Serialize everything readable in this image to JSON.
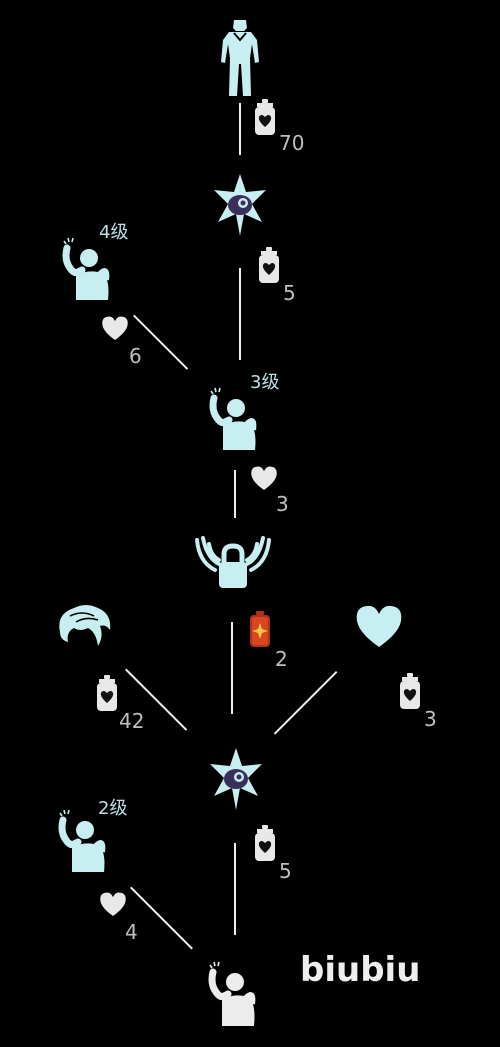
{
  "colors": {
    "icon": "#c7eef1",
    "icon_white": "#ececec",
    "line": "#e8f0f0",
    "number": "#bfbfbf",
    "level": "#b9e0e4",
    "ticket": "#c8361a"
  },
  "nodes": [
    {
      "id": "outfit",
      "icon": "outfit-icon"
    },
    {
      "id": "spirit-top",
      "icon": "spirit-star-icon"
    },
    {
      "id": "emote-l4",
      "icon": "wave-emote-icon",
      "level": "4级"
    },
    {
      "id": "emote-l3",
      "icon": "wave-emote-icon",
      "level": "3级"
    },
    {
      "id": "lock",
      "icon": "winged-lock-icon"
    },
    {
      "id": "hair",
      "icon": "hair-icon"
    },
    {
      "id": "heart",
      "icon": "heart-icon"
    },
    {
      "id": "spirit-bottom",
      "icon": "spirit-star-icon"
    },
    {
      "id": "emote-l2",
      "icon": "wave-emote-icon",
      "level": "2级"
    },
    {
      "id": "emote-base",
      "icon": "wave-emote-icon"
    }
  ],
  "costs": [
    {
      "id": "outfit",
      "currency": "candle",
      "amount": "70"
    },
    {
      "id": "spirit-top",
      "currency": "candle",
      "amount": "5"
    },
    {
      "id": "emote-l4",
      "currency": "heart",
      "amount": "6"
    },
    {
      "id": "emote-l3",
      "currency": "heart",
      "amount": "3"
    },
    {
      "id": "lock",
      "currency": "ticket",
      "amount": "2"
    },
    {
      "id": "hair",
      "currency": "candle",
      "amount": "42"
    },
    {
      "id": "heart",
      "currency": "candle",
      "amount": "3"
    },
    {
      "id": "spirit-bottom",
      "currency": "candle",
      "amount": "5"
    },
    {
      "id": "emote-l2",
      "currency": "heart",
      "amount": "4"
    }
  ],
  "watermark": "biubiu"
}
